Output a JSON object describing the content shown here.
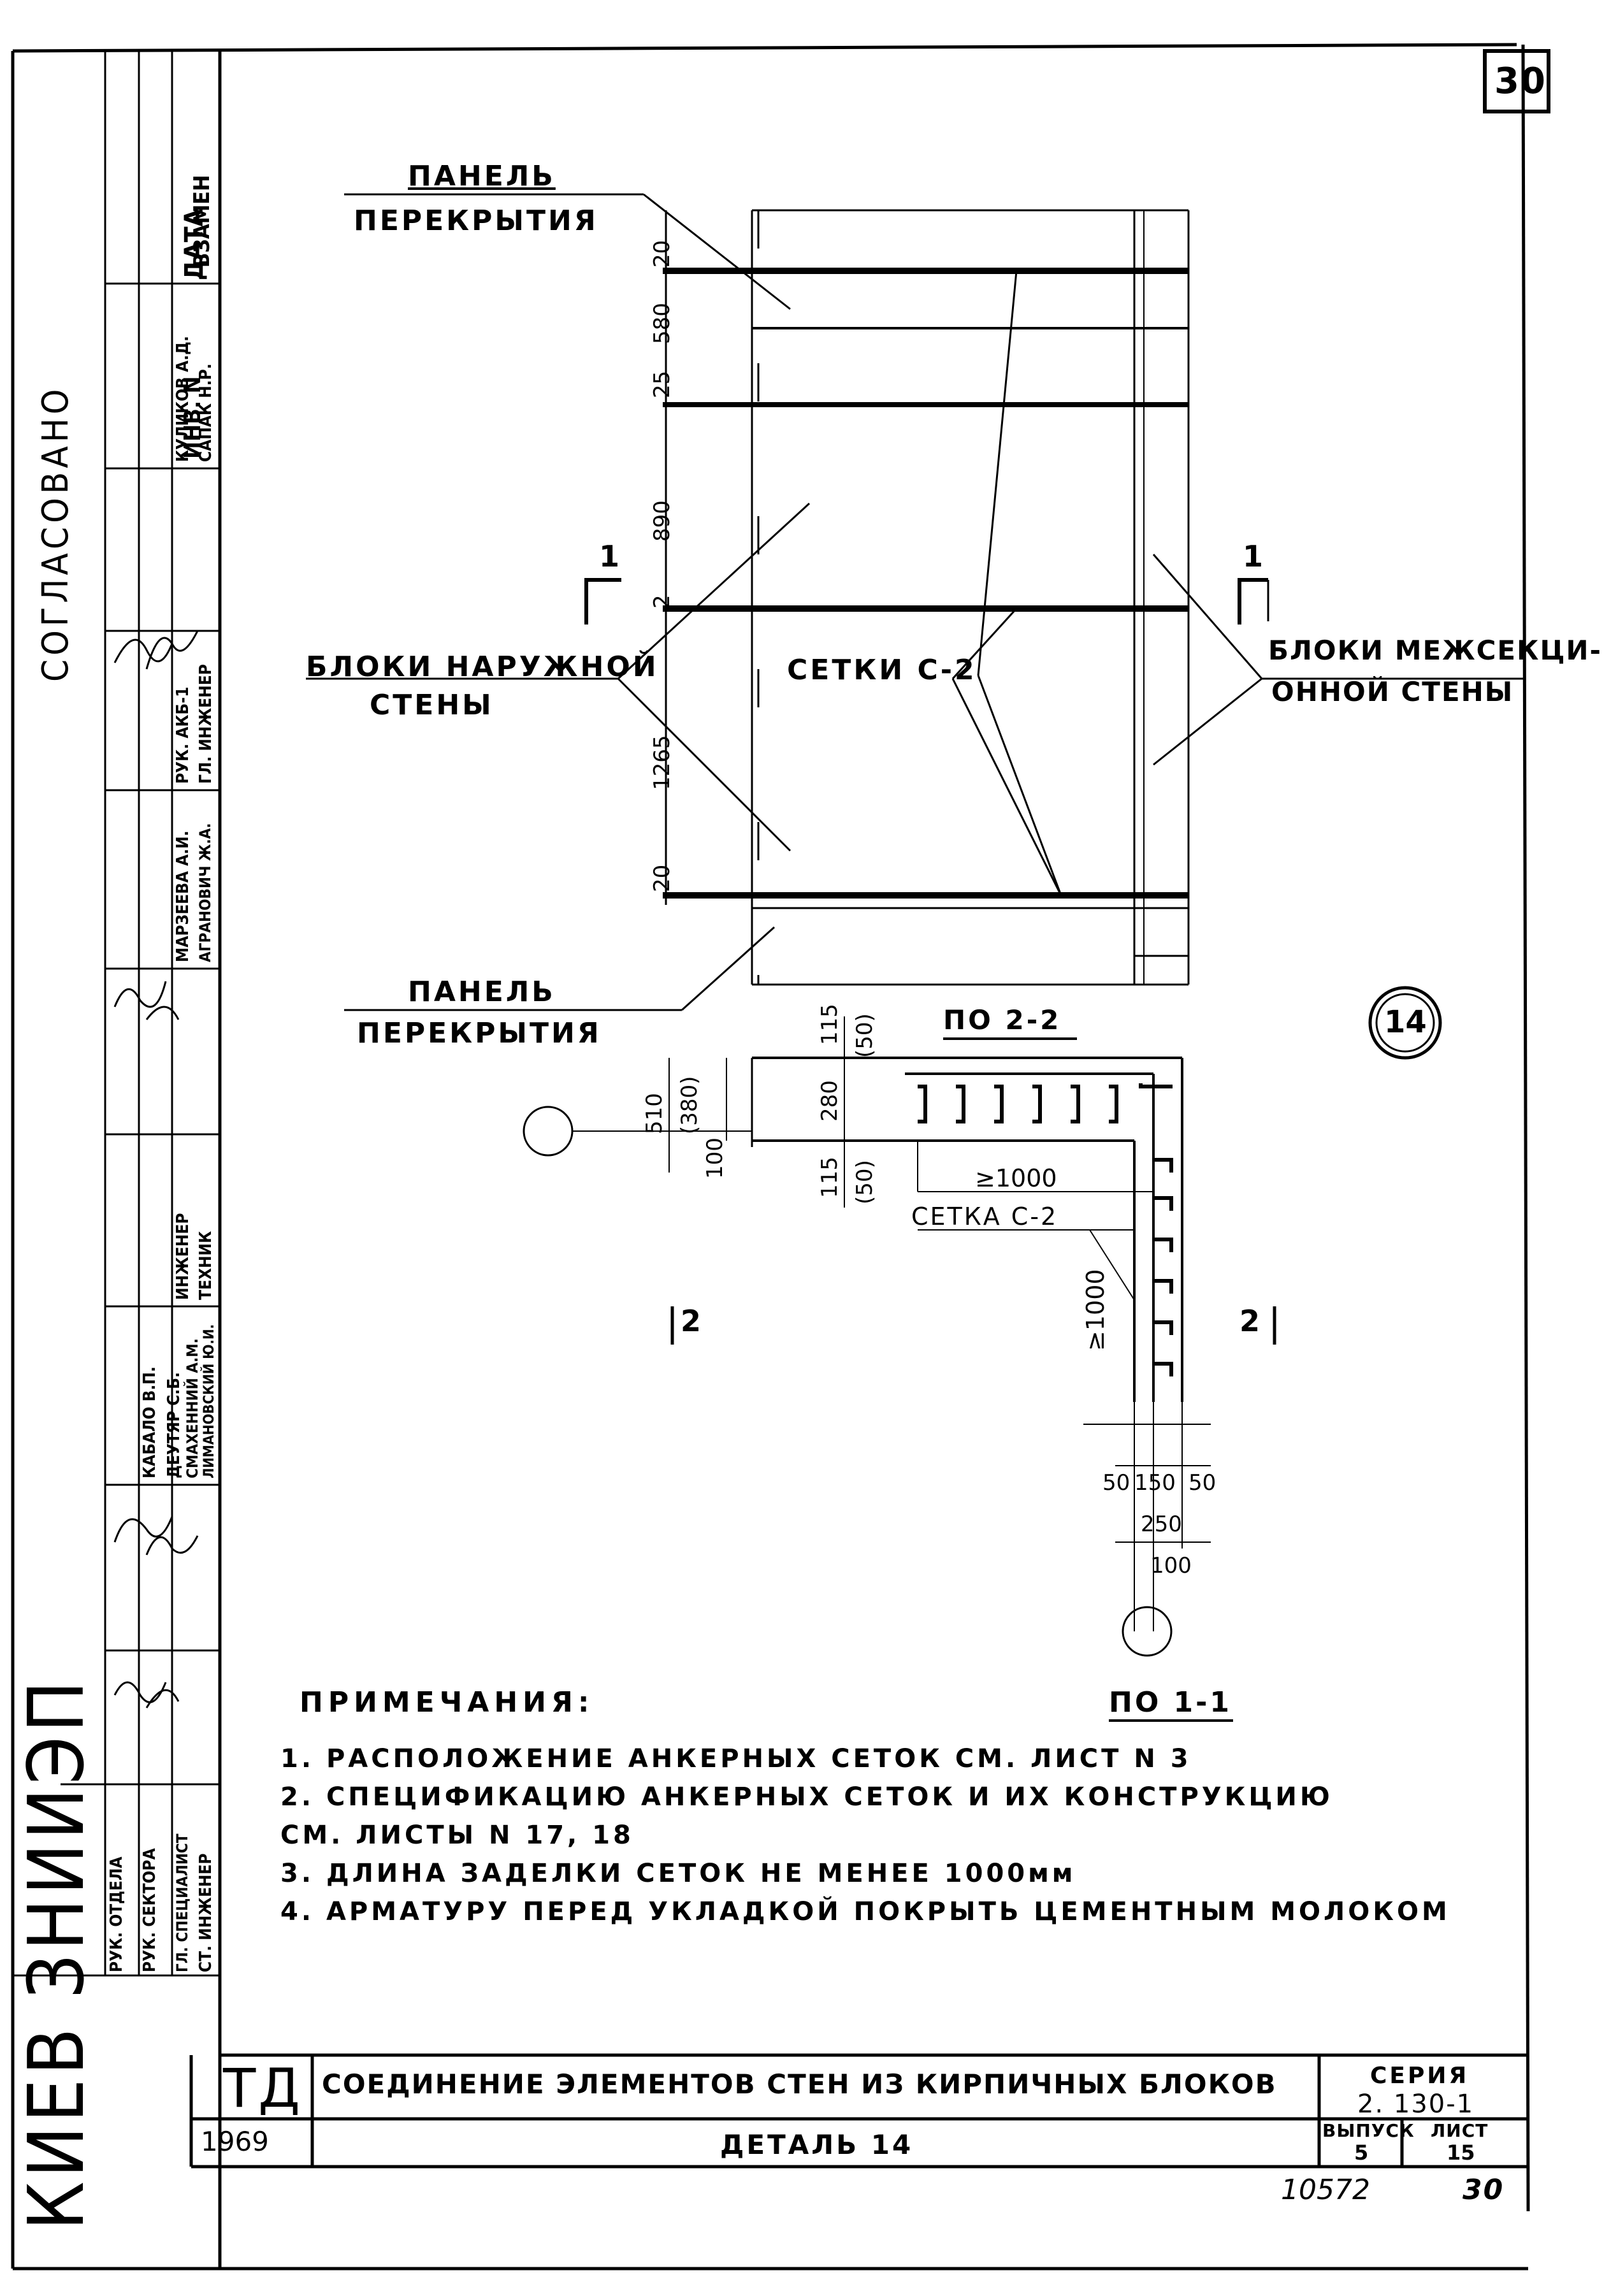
{
  "sheet": {
    "number_corner": "30",
    "detail_mark": "14",
    "bottom_code": "10572",
    "bottom_sheet": "30"
  },
  "elevation": {
    "panel_top_line1": "ПАНЕЛЬ",
    "panel_top_line2": "ПЕРЕКРЫТИЯ",
    "panel_bottom_line1": "ПАНЕЛЬ",
    "panel_bottom_line2": "ПЕРЕКРЫТИЯ",
    "outer_wall_line1": "БЛОКИ НАРУЖНОЙ",
    "outer_wall_line2": "СТЕНЫ",
    "inner_wall_line1": "БЛОКИ МЕЖСЕКЦИ-",
    "inner_wall_line2": "ОННОЙ СТЕНЫ",
    "mesh_label": "СЕТКИ С-2",
    "section_left": "1",
    "section_right": "1",
    "dims": [
      "20",
      "580",
      "25",
      "890",
      "2",
      "1265",
      "20"
    ]
  },
  "plan": {
    "title_top": "ПО 2-2",
    "title_bottom": "ПО 1-1",
    "mesh_label": "СЕТКА С-2",
    "min_len_h": "≥1000",
    "min_len_v": "≥1000",
    "section_left": "2",
    "section_right": "2",
    "dims_left": [
      "510",
      "(380)",
      "100",
      "280"
    ],
    "dims_115a": [
      "115",
      "(50)"
    ],
    "dims_115b": [
      "115",
      "(50)"
    ],
    "dims_bottom": [
      "50",
      "150",
      "50",
      "250",
      "100"
    ]
  },
  "notes": {
    "heading": "ПРИМЕЧАНИЯ:",
    "items": [
      "1. РАСПОЛОЖЕНИЕ АНКЕРНЫХ СЕТОК СМ. ЛИСТ N 3",
      "2. СПЕЦИФИКАЦИЮ АНКЕРНЫХ СЕТОК И ИХ КОНСТРУКЦИЮ",
      "СМ. ЛИСТЫ N 17, 18",
      "3. ДЛИНА ЗАДЕЛКИ СЕТОК НЕ МЕНЕЕ 1000мм",
      "4. АРМАТУРУ ПЕРЕД УКЛАДКОЙ ПОКРЫТЬ ЦЕМЕНТНЫМ МОЛОКОМ"
    ]
  },
  "title_block": {
    "org_mark": "ТД",
    "title": "СОЕДИНЕНИЕ ЭЛЕМЕНТОВ СТЕН ИЗ КИРПИЧНЫХ БЛОКОВ",
    "series_label": "СЕРИЯ",
    "series_value": "2. 130-1",
    "year": "1969",
    "subtitle": "ДЕТАЛЬ 14",
    "issue_label": "ВЫПУСК",
    "issue_value": "5",
    "sheet_label": "ЛИСТ",
    "sheet_value": "15"
  },
  "side_stamp": {
    "institute": "КИЕВ ЗНИИЭП",
    "approved": "СОГЛАСОВАНО",
    "date": "ДАТА",
    "inv": "ИНВ. N",
    "instead": "ВЗАМЕН",
    "roles": [
      "РУК. ОТДЕЛА",
      "РУК. СЕКТОРА",
      "ГЛ. СПЕЦИАЛИСТ",
      "СТ. ИНЖЕНЕР",
      "ИНЖЕНЕР",
      "ТЕХНИК",
      "РУК. АКБ-1",
      "ГЛ. ИНЖЕНЕР"
    ],
    "names": [
      "КАБАЛО В.П.",
      "ДЕУТЯР С.Б.",
      "СМАХЕННИЙ А.М.",
      "ЛИМАНОВСКИЙ Ю.И.",
      "МАРЗЕЕВА А.И.",
      "АГРАНОВИЧ Ж.А.",
      "КУЛИКОВ А.Д.",
      "САПАК Н.Р."
    ]
  }
}
